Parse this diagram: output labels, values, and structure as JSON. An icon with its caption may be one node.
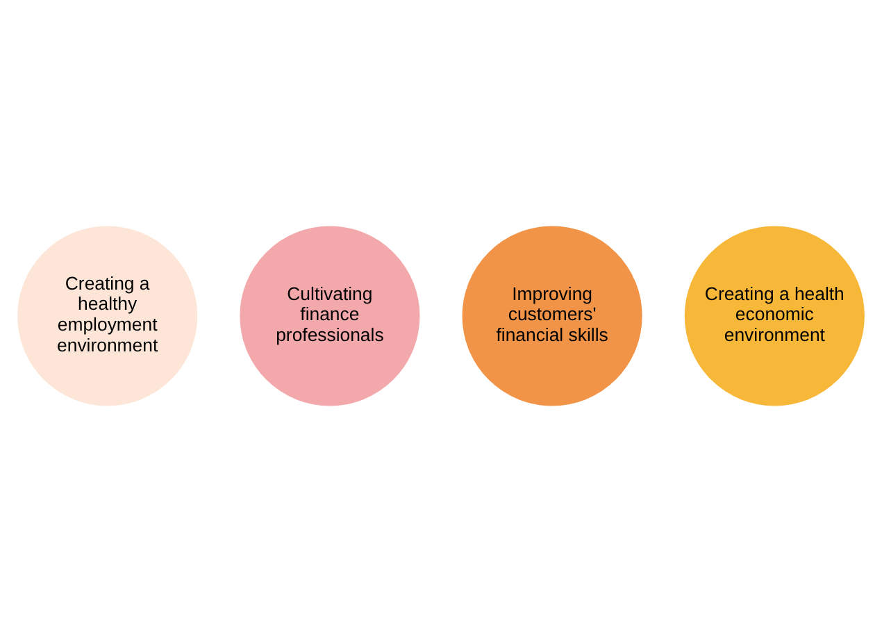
{
  "diagram": {
    "nodes": [
      {
        "text": [
          "Creating a healthy employment environment"
        ]
      },
      {
        "text": [
          "Cultivating finance professionals"
        ]
      },
      {
        "text": [
          "Improving customers' financial skills"
        ]
      },
      {
        "text": [
          "Creating a health economic environment"
        ]
      }
    ]
  }
}
